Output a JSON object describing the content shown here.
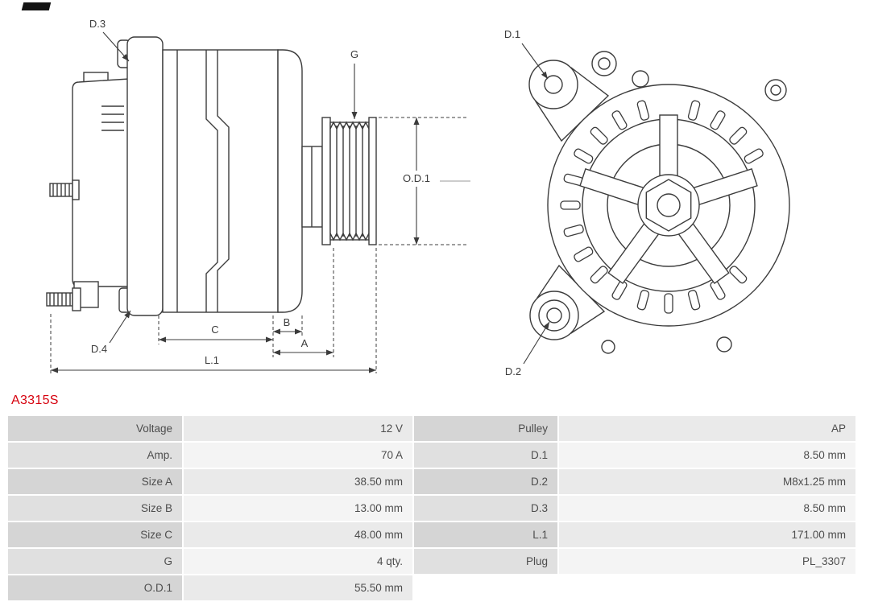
{
  "brand": {
    "accent_color": "#d6000d"
  },
  "part": {
    "number": "A3315S"
  },
  "diagram": {
    "side": {
      "d3": "D.3",
      "d4": "D.4",
      "g": "G",
      "od1": "O.D.1",
      "a": "A",
      "b": "B",
      "c": "C",
      "l1": "L.1"
    },
    "front": {
      "d1": "D.1",
      "d2": "D.2"
    }
  },
  "spec": {
    "rows": [
      {
        "l1": "Voltage",
        "v1": "12 V",
        "l2": "Pulley",
        "v2": "AP"
      },
      {
        "l1": "Amp.",
        "v1": "70 A",
        "l2": "D.1",
        "v2": "8.50 mm"
      },
      {
        "l1": "Size A",
        "v1": "38.50 mm",
        "l2": "D.2",
        "v2": "M8x1.25 mm"
      },
      {
        "l1": "Size B",
        "v1": "13.00 mm",
        "l2": "D.3",
        "v2": "8.50 mm"
      },
      {
        "l1": "Size C",
        "v1": "48.00 mm",
        "l2": "L.1",
        "v2": "171.00 mm"
      },
      {
        "l1": "G",
        "v1": "4 qty.",
        "l2": "Plug",
        "v2": "PL_3307"
      },
      {
        "l1": "O.D.1",
        "v1": "55.50 mm",
        "l2": null,
        "v2": null
      }
    ]
  }
}
